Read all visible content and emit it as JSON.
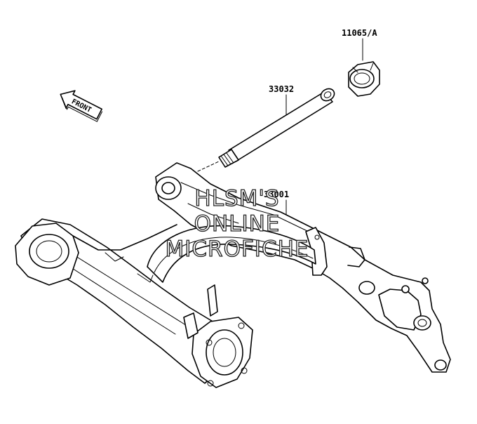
{
  "parts": [
    {
      "number": "11065/A",
      "name": "bushing"
    },
    {
      "number": "33032",
      "name": "pivot-shaft"
    },
    {
      "number": "33001",
      "name": "swingarm"
    }
  ],
  "direction_arrow": {
    "label": "FRONT"
  },
  "watermark": {
    "line1": "HLSM'S",
    "line2": "ONLINE",
    "line3": "MICROFICHE"
  }
}
